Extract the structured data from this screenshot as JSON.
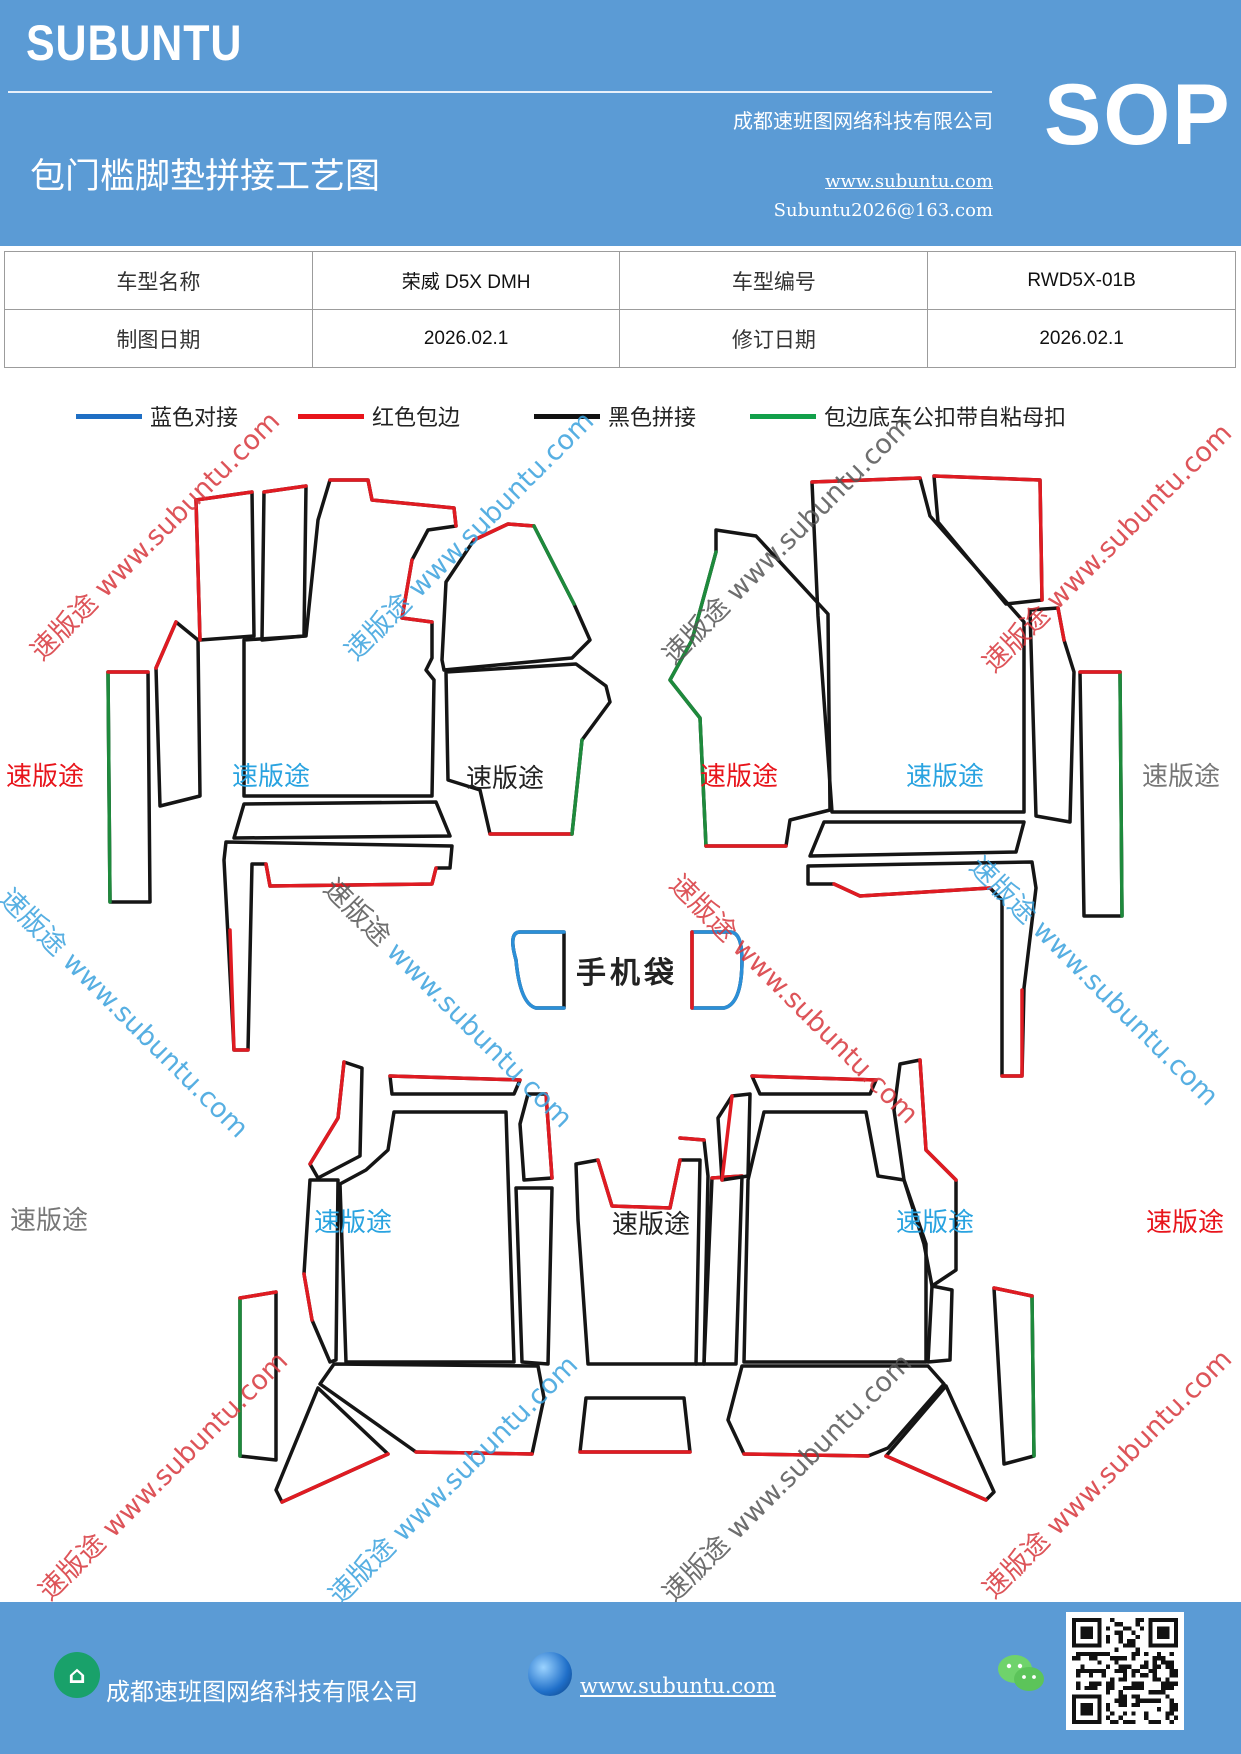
{
  "header": {
    "brand": "SUBUNTU",
    "company": "成都速班图网络科技有限公司",
    "title": "包门槛脚垫拼接工艺图",
    "website": "www.subuntu.com",
    "email": "Subuntu2026@163.com",
    "badge": "SOP"
  },
  "info_table": {
    "rows": [
      [
        "车型名称",
        "荣威 D5X DMH",
        "车型编号",
        "RWD5X-01B"
      ],
      [
        "制图日期",
        "2026.02.1",
        "修订日期",
        "2026.02.1"
      ]
    ]
  },
  "legend": [
    {
      "label": "蓝色对接",
      "color": "#1f6fc4"
    },
    {
      "label": "红色包边",
      "color": "#e8141b"
    },
    {
      "label": "黑色拼接",
      "color": "#111111"
    },
    {
      "label": "包边底车公扣带自粘母扣",
      "color": "#12a04a"
    }
  ],
  "colors": {
    "header_bg": "#5b9bd5",
    "outline_black": "#151515",
    "outline_red": "#e01b22",
    "outline_green": "#1e8a3c",
    "outline_blue": "#2b8fd8"
  },
  "drawing": {
    "phone_pocket_label": "手机袋",
    "markers": [
      {
        "text": "速版途",
        "color": "#e8141b"
      },
      {
        "text": "速版途",
        "color": "#29a3e0"
      },
      {
        "text": "速版途",
        "color": "#222222"
      },
      {
        "text": "速版途",
        "color": "#e8141b"
      },
      {
        "text": "速版途",
        "color": "#29a3e0"
      },
      {
        "text": "速版途",
        "color": "#777777"
      },
      {
        "text": "速版途",
        "color": "#777777"
      },
      {
        "text": "速版途",
        "color": "#29a3e0"
      },
      {
        "text": "速版途",
        "color": "#222222"
      },
      {
        "text": "速版途",
        "color": "#29a3e0"
      },
      {
        "text": "速版途",
        "color": "#e8141b"
      }
    ],
    "watermark": {
      "prefix": "速版途",
      "url": "www.subuntu.com"
    }
  },
  "footer": {
    "company": "成都速班图网络科技有限公司",
    "website": "www.subuntu.com"
  }
}
